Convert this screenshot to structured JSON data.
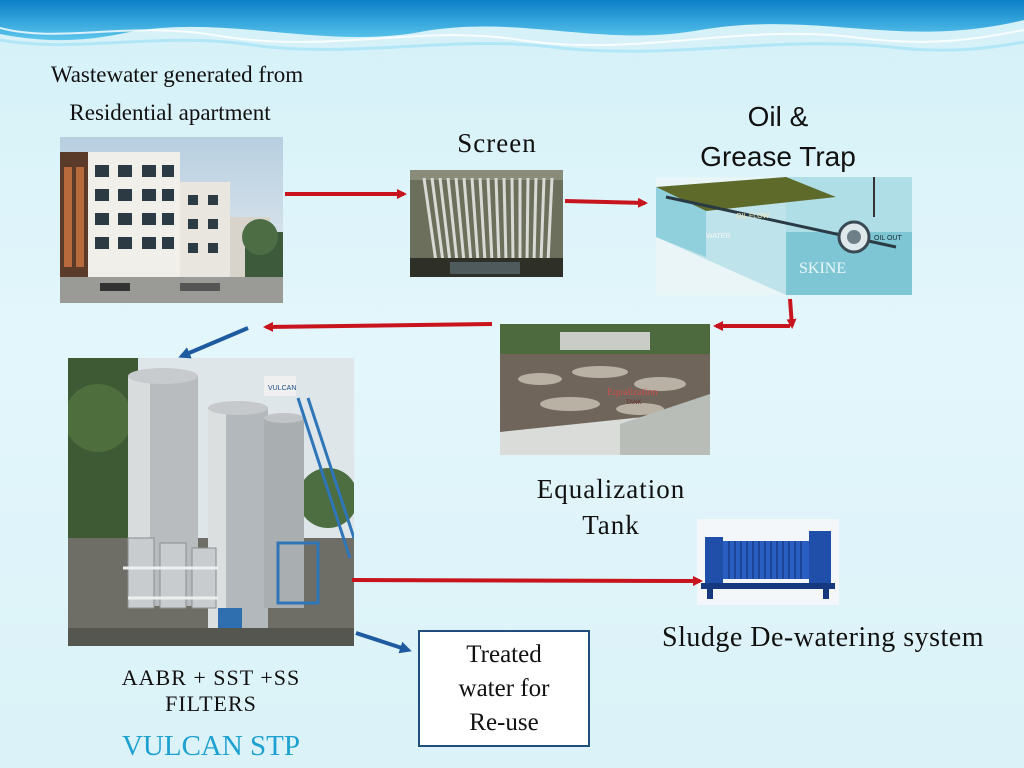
{
  "labels": {
    "source_line1": "Wastewater generated from",
    "source_line2": "Residential apartment",
    "screen": "Screen",
    "oil_line1": "Oil &",
    "oil_line2": "Grease Trap",
    "eq_line1": "Equalization",
    "eq_line2": "Tank",
    "sludge": "Sludge De-watering system",
    "aabr_line1": "AABR + SST +SS",
    "aabr_line2": "FILTERS",
    "brand": "VULCAN STP",
    "treated_line1": "Treated",
    "treated_line2": "water for",
    "treated_line3": "Re-use"
  },
  "image_text": {
    "oil_flow": "OIL FLOW",
    "water": "WATER",
    "oil_out": "OIL OUT",
    "skine": "SKINE",
    "eq_tank_1": "Equalization",
    "eq_tank_2": "TANK",
    "vulcan_sign": "VULCAN"
  },
  "colors": {
    "red_arrow": "#c8141c",
    "blue_arrow": "#1e5aa0",
    "brand": "#1ea0d0",
    "box_border": "#1f4f7a"
  }
}
